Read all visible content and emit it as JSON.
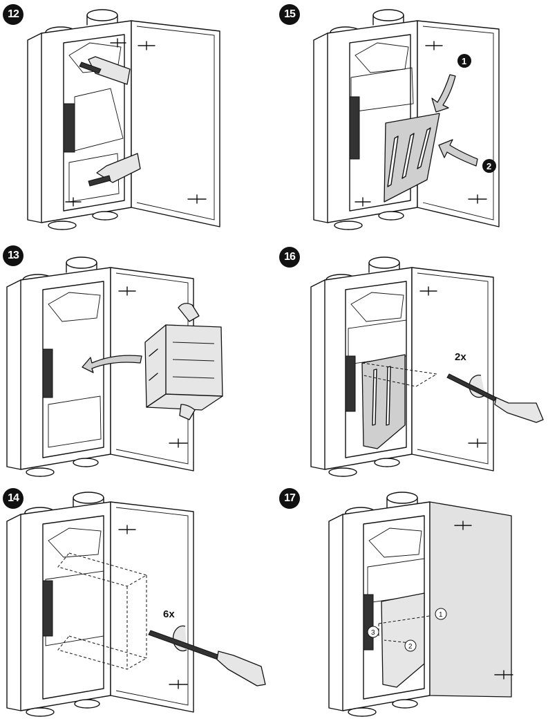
{
  "steps": [
    {
      "number": "12",
      "multiplier": ""
    },
    {
      "number": "15",
      "markers": [
        "1",
        "2"
      ]
    },
    {
      "number": "13",
      "multiplier": ""
    },
    {
      "number": "16",
      "multiplier": "2x"
    },
    {
      "number": "14",
      "multiplier": "6x"
    },
    {
      "number": "17",
      "markers": [
        "1",
        "2",
        "3"
      ]
    }
  ],
  "colors": {
    "line": "#111111",
    "fill_grey": "#cfcfcf",
    "background": "#ffffff"
  },
  "icons": [
    "hand-icon",
    "screwdriver-icon",
    "rotate-arrow-icon",
    "insert-arrow-icon",
    "heat-exchanger-icon",
    "filter-panel-icon"
  ]
}
